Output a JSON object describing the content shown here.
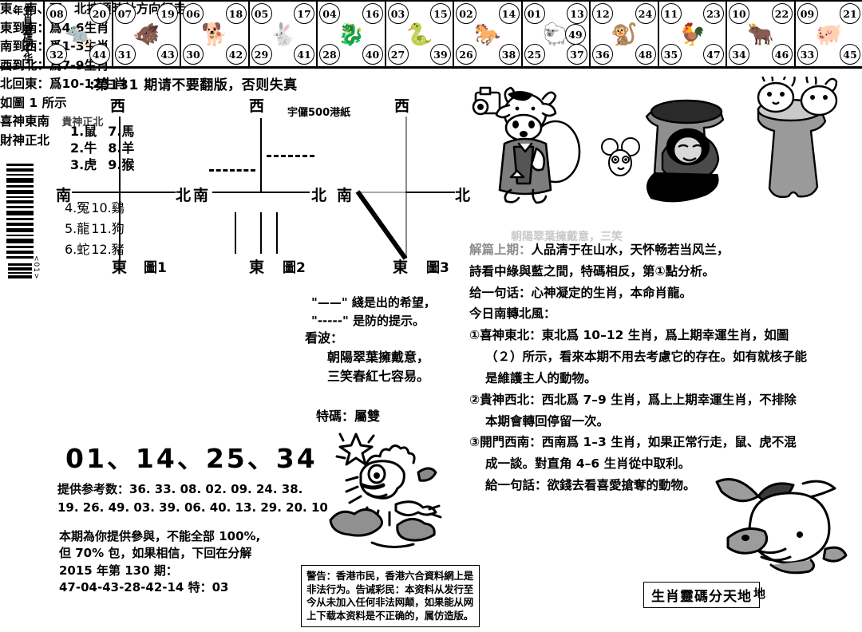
{
  "strip": {
    "title": "生肖靈碼中华年",
    "cells": [
      {
        "tl": "08",
        "tr": "20",
        "bl": "32",
        "br": "44",
        "animal": "鼠",
        "glyph": "🐀"
      },
      {
        "tl": "07",
        "tr": "19",
        "bl": "31",
        "br": "43",
        "animal": "豬",
        "glyph": "🐗"
      },
      {
        "tl": "06",
        "tr": "18",
        "bl": "30",
        "br": "42",
        "animal": "狗",
        "glyph": "🐕"
      },
      {
        "tl": "05",
        "tr": "17",
        "bl": "29",
        "br": "41",
        "animal": "兔",
        "glyph": "🐇"
      },
      {
        "tl": "04",
        "tr": "16",
        "bl": "28",
        "br": "40",
        "animal": "龍",
        "glyph": "🐉"
      },
      {
        "tl": "03",
        "tr": "15",
        "bl": "27",
        "br": "39",
        "animal": "蛇",
        "glyph": "🐍"
      },
      {
        "tl": "02",
        "tr": "14",
        "bl": "26",
        "br": "38",
        "animal": "馬",
        "glyph": "🐎"
      },
      {
        "tl": "01",
        "tr": "13",
        "bl": "25",
        "br": "37",
        "animal": "羊",
        "glyph": "🐑",
        "extra": "49"
      },
      {
        "tl": "12",
        "tr": "24",
        "bl": "36",
        "br": "48",
        "animal": "猴",
        "glyph": "🐒"
      },
      {
        "tl": "11",
        "tr": "23",
        "bl": "35",
        "br": "47",
        "animal": "雞",
        "glyph": "🐓"
      },
      {
        "tl": "10",
        "tr": "22",
        "bl": "34",
        "br": "46",
        "animal": "牛",
        "glyph": "🐂"
      },
      {
        "tl": "09",
        "tr": "21",
        "bl": "33",
        "br": "45",
        "animal": "豬",
        "glyph": "🐖"
      }
    ]
  },
  "header_note": ":第131 期请不要翻版，否则失真",
  "note500": "宇儸500港紙",
  "barcode_label": "<01>",
  "diagram1": {
    "north": "北",
    "south": "南",
    "east": "東",
    "west": "西",
    "caption": "圖1",
    "left_items": [
      "1.鼠",
      "2.牛",
      "3.虎",
      "4.冤",
      "5.龍",
      "6.蛇"
    ],
    "right_items": [
      "7.馬",
      "8.羊",
      "9.猴",
      "10.鷄",
      "11.狗",
      "12.豬"
    ]
  },
  "diagram2": {
    "north": "北",
    "south": "南",
    "east": "東",
    "west": "西",
    "caption": "圖2"
  },
  "diagram3": {
    "north": "北",
    "south": "南",
    "east": "東",
    "west": "西",
    "caption": "圖3"
  },
  "rules": {
    "line1": "東、南、西、北按順時針方向行走",
    "line2": "東到南：爲4-6生肖",
    "line3": "南到西：爲1-3生肖",
    "line4": "西到北：爲7-9生肖",
    "line5": "北回東：爲10-12生肖",
    "line6": "如圖 1 所示",
    "line7a": "喜神東南",
    "line7b": "貴神正北",
    "line8": "財神正北"
  },
  "lucky_numbers": "01、14、25、34",
  "reference": {
    "label_line1": "提供参考数：36. 33. 08. 02. 09. 24. 38.",
    "line2": "19. 26. 49. 03. 39. 06. 40. 13. 29. 20. 10"
  },
  "note": {
    "line1": "本期為你提供參與，不能全部 100%,",
    "line2": "但 70% 包，如果相信，下回在分解",
    "line3": "2015 年第 130 期：",
    "line4": "47-04-43-28-42-14 特：03"
  },
  "legend": {
    "line1": "\"——\" 綫是出的希望，",
    "line2": "\"-----\" 是防的提示。"
  },
  "kanbo": {
    "title": "看波：",
    "line1": "朝陽翠葉擁戴意，",
    "line2": "三笑春紅七容易。"
  },
  "tema": "特碼：屬雙",
  "right_column": {
    "ghost": "朝陽翠葉擁戴意，三笑",
    "line0_prefix": "解篇上期：",
    "line0": "人品清于在山水，天怀畅若当风兰，",
    "line1": "詩看中綠與藍之間，特碼相反，第①點分析。",
    "line2": "给一句话：心神凝定的生肖，本命肖龍。",
    "line3": "今日南轉北風：",
    "line4": "①喜神東北：東北爲 10–12 生肖，爲上期幸運生肖，如圖",
    "line5": "（２）所示，看來本期不用去考慮它的存在。如有就核子能",
    "line6": "是維護主人的動物。",
    "line7": "②貴神西北：西北爲 7–9 生肖，爲上上期幸運生肖，不排除",
    "line8": "本期會轉回停留一次。",
    "line9": "③開門西南：西南爲 1–3 生肖，如果正常行走，鼠、虎不混",
    "line10": "成一談。對直角 4–6 生肖從中取利。",
    "line11": "給一句話：欲錢去看喜愛搶奪的動物。"
  },
  "warning": {
    "line1": "警告：香港市民，香港六合資料網上是",
    "line2": "非法行为。告诫彩民：本资料从发行至",
    "line3": "今从未加入任何非法网颠，如果能从网",
    "line4": "上下载本资料是不正确的，属仿造版。"
  },
  "footer": {
    "badge": "生肖靈碼分天地",
    "side": "地"
  },
  "illustrations": {
    "cow": "cow-with-camera",
    "mouse": "small-mouse",
    "sleeper": "man-sleeping-by-tree-stump",
    "rabbits": "rabbits-in-stump",
    "dragon": "dragon-on-clouds",
    "rabbit": "rabbit-running"
  },
  "colors": {
    "ink": "#000000",
    "paper": "#ffffff",
    "gray": "#8a8a8a",
    "faded": "#c9c9c9"
  }
}
